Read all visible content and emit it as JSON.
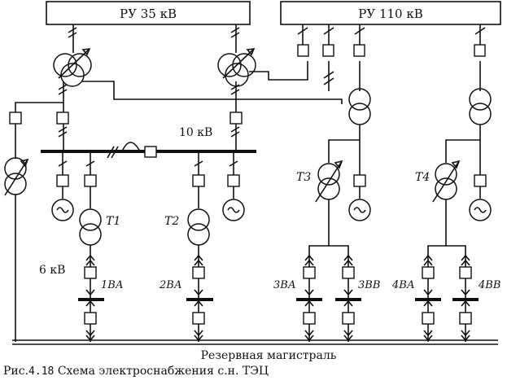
{
  "labels": {
    "ru35": "РУ 35 кВ",
    "ru110": "РУ 110 кВ",
    "bus10": "10 кВ",
    "bus6": "6 кВ",
    "reserve": "Резервная магистраль"
  },
  "transformers": [
    "T1",
    "T2",
    "T3",
    "T4"
  ],
  "sections": [
    "1ВА",
    "2ВА",
    "3ВА",
    "3ВВ",
    "4ВА",
    "4ВВ"
  ],
  "caption": {
    "prefix": "Рис.",
    "number": "4.18",
    "text": "Схема электроснабжения с.н. ТЭЦ"
  }
}
